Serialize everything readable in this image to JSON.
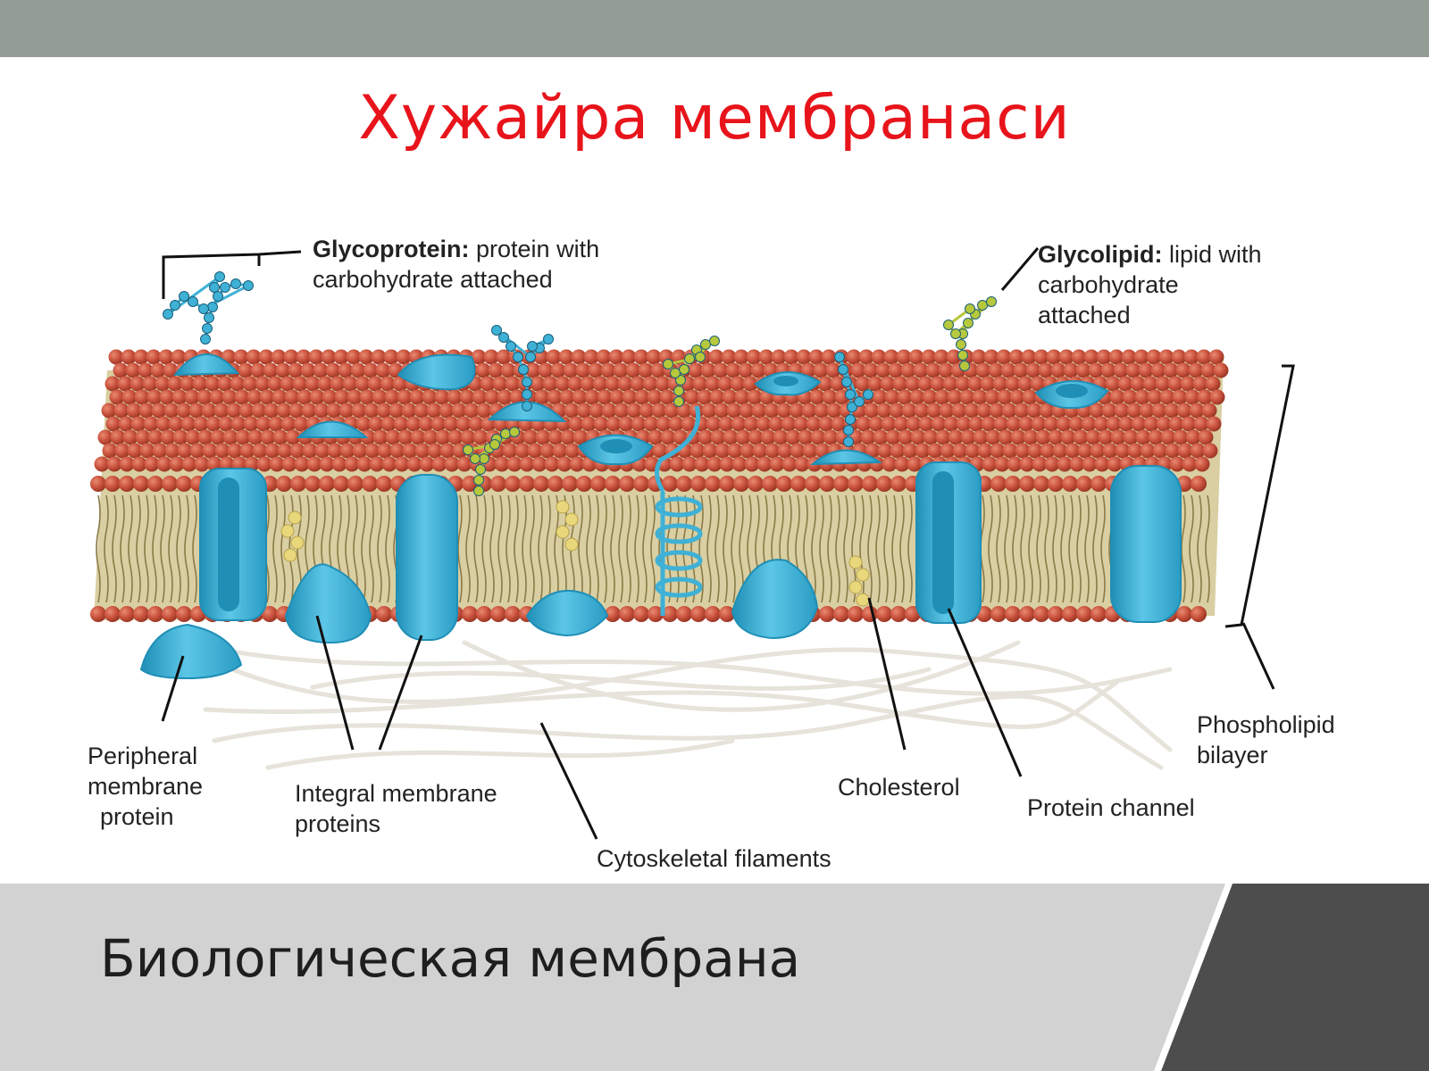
{
  "colors": {
    "header_bar": "#949d95",
    "title": "#e8141b",
    "lipid_head": "#c9513c",
    "lipid_head_shade": "#a63c2a",
    "protein": "#3fb1d6",
    "protein_dark": "#1f8fb6",
    "glycolipid_sugar": "#b7c83c",
    "cholesterol": "#e9d77c",
    "filament": "#e3e0d6",
    "footer_band": "#d2d2d2",
    "footer_dark": "#4d4d4d"
  },
  "slide": {
    "title": "Хужайра мембранаси",
    "footer": "Биологическая мембрана"
  },
  "diagram": {
    "glycoprotein": {
      "term": "Glycoprotein:",
      "desc_1": " protein with",
      "desc_2": "carbohydrate attached"
    },
    "glycolipid": {
      "term": "Glycolipid:",
      "desc_1": " lipid with",
      "desc_2": "carbohydrate",
      "desc_3": "attached"
    },
    "peripheral": {
      "line_1": "Peripheral",
      "line_2": "membrane",
      "line_3": "protein"
    },
    "integral": {
      "line_1": "Integral membrane",
      "line_2": "proteins"
    },
    "cytoskeletal": "Cytoskeletal filaments",
    "cholesterol": "Cholesterol",
    "channel": "Protein channel",
    "bilayer": {
      "line_1": "Phospholipid",
      "line_2": "bilayer"
    }
  }
}
